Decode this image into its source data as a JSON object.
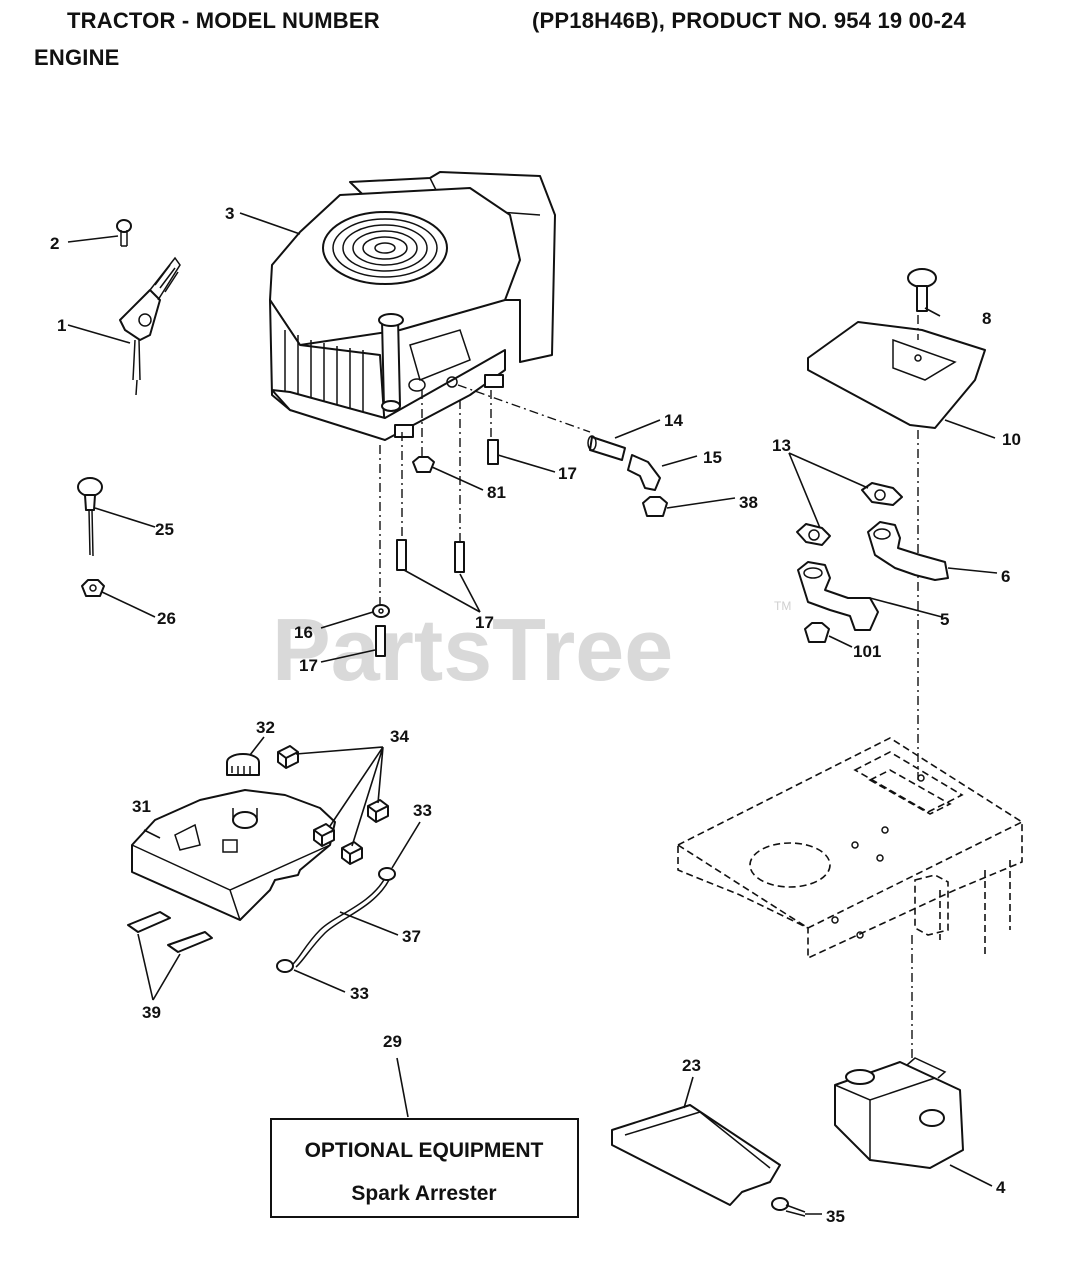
{
  "header": {
    "left": "TRACTOR - MODEL NUMBER",
    "right": "(PP18H46B), PRODUCT NO. 954 19 00-24",
    "section": "ENGINE"
  },
  "watermark": {
    "text": "PartsTree",
    "trademark": "TM"
  },
  "callouts": {
    "c1": "1",
    "c2": "2",
    "c3": "3",
    "c4": "4",
    "c5": "5",
    "c6": "6",
    "c8": "8",
    "c10": "10",
    "c13": "13",
    "c14": "14",
    "c15": "15",
    "c16": "16",
    "c17a": "17",
    "c17b": "17",
    "c17c": "17",
    "c23": "23",
    "c25": "25",
    "c26": "26",
    "c29": "29",
    "c31": "31",
    "c32": "32",
    "c33a": "33",
    "c33b": "33",
    "c34": "34",
    "c35": "35",
    "c37": "37",
    "c38": "38",
    "c39": "39",
    "c81": "81",
    "c101": "101"
  },
  "optional_box": {
    "title": "OPTIONAL EQUIPMENT",
    "subtitle": "Spark Arrester"
  }
}
